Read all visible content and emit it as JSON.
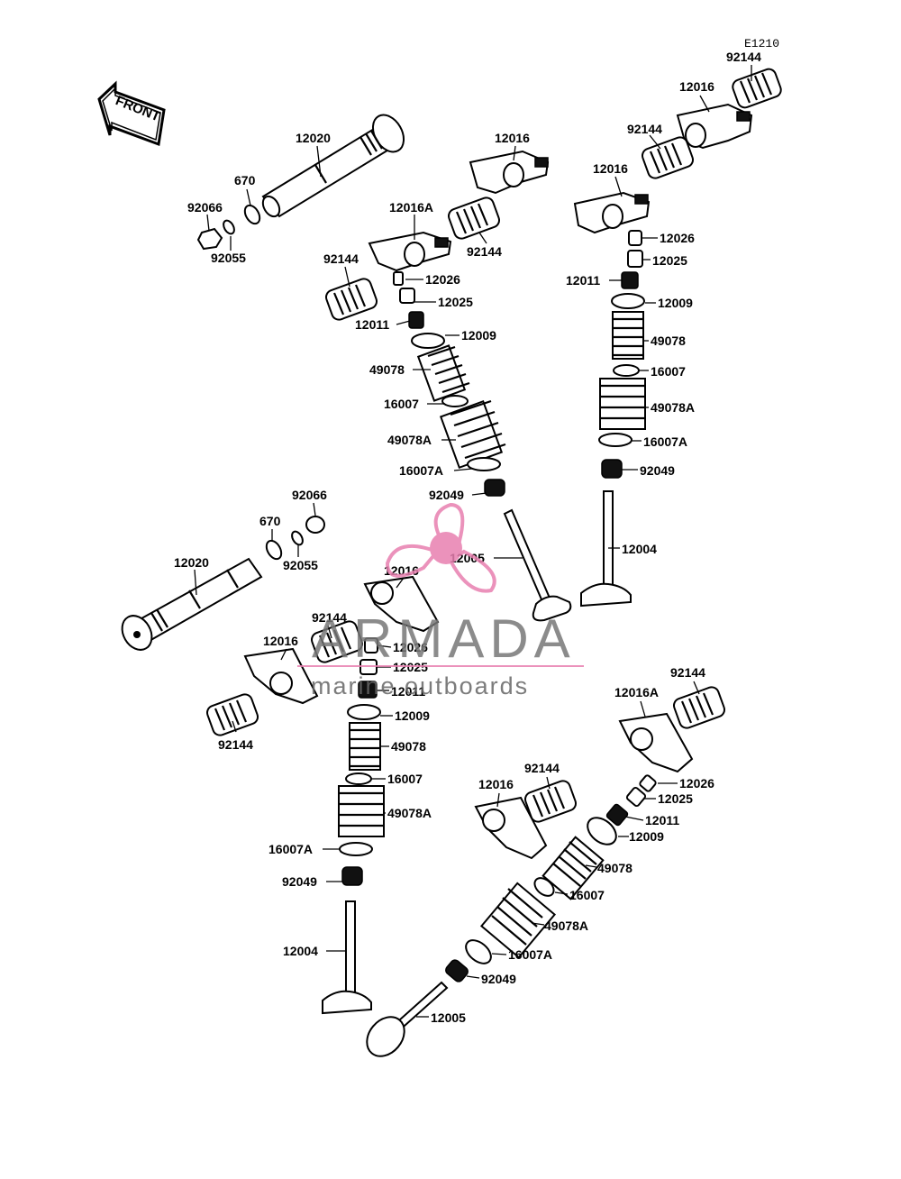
{
  "diagram": {
    "reference": "E1210",
    "front_label": "FRONT",
    "labels": [
      {
        "id": "l1",
        "text": "92144"
      },
      {
        "id": "l2",
        "text": "12016"
      },
      {
        "id": "l3",
        "text": "92144"
      },
      {
        "id": "l4",
        "text": "12016"
      },
      {
        "id": "l5",
        "text": "12020"
      },
      {
        "id": "l6",
        "text": "670"
      },
      {
        "id": "l7",
        "text": "92066"
      },
      {
        "id": "l8",
        "text": "92055"
      },
      {
        "id": "l9",
        "text": "12016"
      },
      {
        "id": "l10",
        "text": "12016A"
      },
      {
        "id": "l11",
        "text": "92144"
      },
      {
        "id": "l12",
        "text": "92144"
      },
      {
        "id": "l13",
        "text": "12026"
      },
      {
        "id": "l14",
        "text": "12025"
      },
      {
        "id": "l15",
        "text": "12011"
      },
      {
        "id": "l16",
        "text": "12009"
      },
      {
        "id": "l17",
        "text": "49078"
      },
      {
        "id": "l18",
        "text": "16007"
      },
      {
        "id": "l19",
        "text": "49078A"
      },
      {
        "id": "l20",
        "text": "16007A"
      },
      {
        "id": "l21",
        "text": "92049"
      },
      {
        "id": "l22",
        "text": "12026"
      },
      {
        "id": "l23",
        "text": "12025"
      },
      {
        "id": "l24",
        "text": "12011"
      },
      {
        "id": "l25",
        "text": "12009"
      },
      {
        "id": "l26",
        "text": "49078"
      },
      {
        "id": "l27",
        "text": "16007"
      },
      {
        "id": "l28",
        "text": "49078A"
      },
      {
        "id": "l29",
        "text": "16007A"
      },
      {
        "id": "l30",
        "text": "92049"
      },
      {
        "id": "l31",
        "text": "12005"
      },
      {
        "id": "l32",
        "text": "12004"
      },
      {
        "id": "l33",
        "text": "92066"
      },
      {
        "id": "l34",
        "text": "670"
      },
      {
        "id": "l35",
        "text": "92055"
      },
      {
        "id": "l36",
        "text": "12020"
      },
      {
        "id": "l37",
        "text": "12016"
      },
      {
        "id": "l38",
        "text": "92144"
      },
      {
        "id": "l39",
        "text": "12026"
      },
      {
        "id": "l40",
        "text": "12016"
      },
      {
        "id": "l41",
        "text": "12025"
      },
      {
        "id": "l42",
        "text": "12011"
      },
      {
        "id": "l43",
        "text": "92144"
      },
      {
        "id": "l44",
        "text": "12009"
      },
      {
        "id": "l45",
        "text": "49078"
      },
      {
        "id": "l46",
        "text": "16007"
      },
      {
        "id": "l47",
        "text": "49078A"
      },
      {
        "id": "l48",
        "text": "16007A"
      },
      {
        "id": "l49",
        "text": "92049"
      },
      {
        "id": "l50",
        "text": "12004"
      },
      {
        "id": "l51",
        "text": "92144"
      },
      {
        "id": "l52",
        "text": "12016A"
      },
      {
        "id": "l53",
        "text": "92144"
      },
      {
        "id": "l54",
        "text": "12016"
      },
      {
        "id": "l55",
        "text": "12026"
      },
      {
        "id": "l56",
        "text": "12025"
      },
      {
        "id": "l57",
        "text": "12011"
      },
      {
        "id": "l58",
        "text": "12009"
      },
      {
        "id": "l59",
        "text": "49078"
      },
      {
        "id": "l60",
        "text": "16007"
      },
      {
        "id": "l61",
        "text": "49078A"
      },
      {
        "id": "l62",
        "text": "16007A"
      },
      {
        "id": "l63",
        "text": "92049"
      },
      {
        "id": "l64",
        "text": "12005"
      }
    ]
  },
  "watermark": {
    "brand": "ARMADA",
    "tagline": "marine outboards",
    "accent_color": "#e87fb0"
  }
}
